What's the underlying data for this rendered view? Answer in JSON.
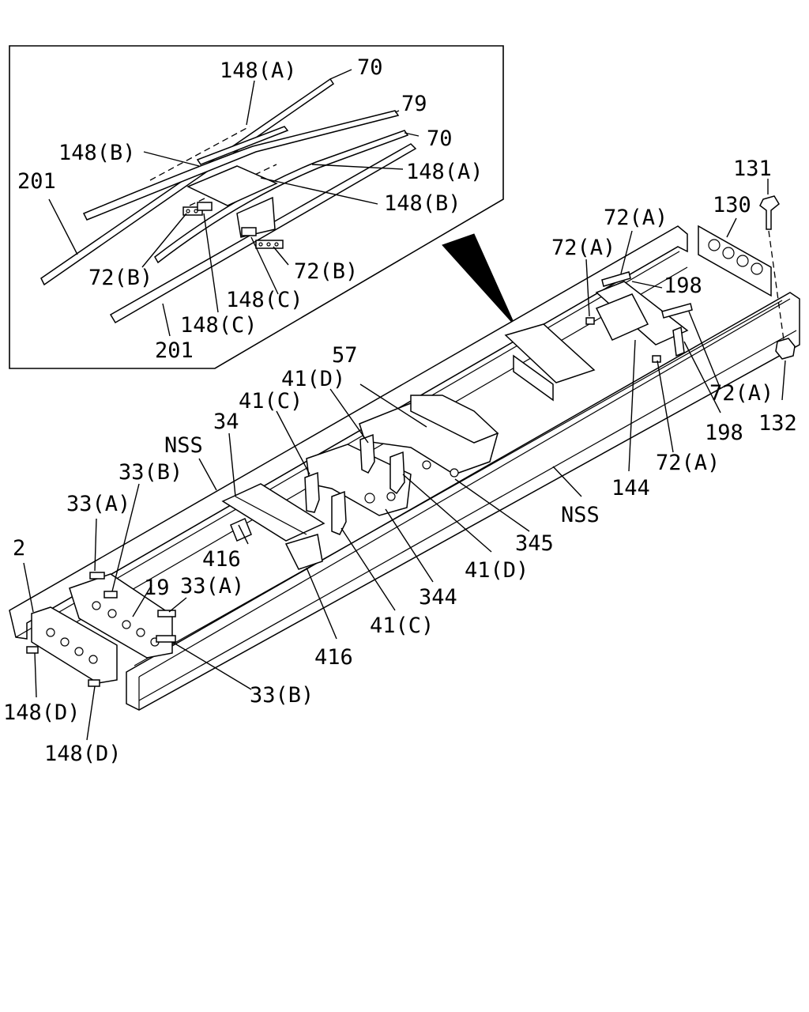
{
  "labels": {
    "inset_148a_top": "148(A)",
    "inset_70_top": "70",
    "inset_79": "79",
    "inset_70_mid": "70",
    "inset_148b_left": "148(B)",
    "inset_148a_right": "148(A)",
    "inset_201_top": "201",
    "inset_148b_right": "148(B)",
    "inset_72b_left": "72(B)",
    "inset_72b_right": "72(B)",
    "inset_148c_mid": "148(C)",
    "inset_148c_low": "148(C)",
    "inset_201_bottom": "201",
    "p131": "131",
    "p130": "130",
    "p72a_1": "72(A)",
    "p72a_2": "72(A)",
    "p198_1": "198",
    "p72a_3": "72(A)",
    "p198_2": "198",
    "p132": "132",
    "p72a_4": "72(A)",
    "p144": "144",
    "nss_right": "NSS",
    "p57": "57",
    "p41d_top": "41(D)",
    "p41c_top": "41(C)",
    "p34": "34",
    "nss_left": "NSS",
    "p33b_top": "33(B)",
    "p33a_top": "33(A)",
    "p345": "345",
    "p41d_low": "41(D)",
    "p344": "344",
    "p416_top": "416",
    "p2": "2",
    "p19": "19",
    "p33a_mid": "33(A)",
    "p41c_low": "41(C)",
    "p416_low": "416",
    "p33b_low": "33(B)",
    "p148d_left": "148(D)",
    "p148d_low": "148(D)"
  }
}
